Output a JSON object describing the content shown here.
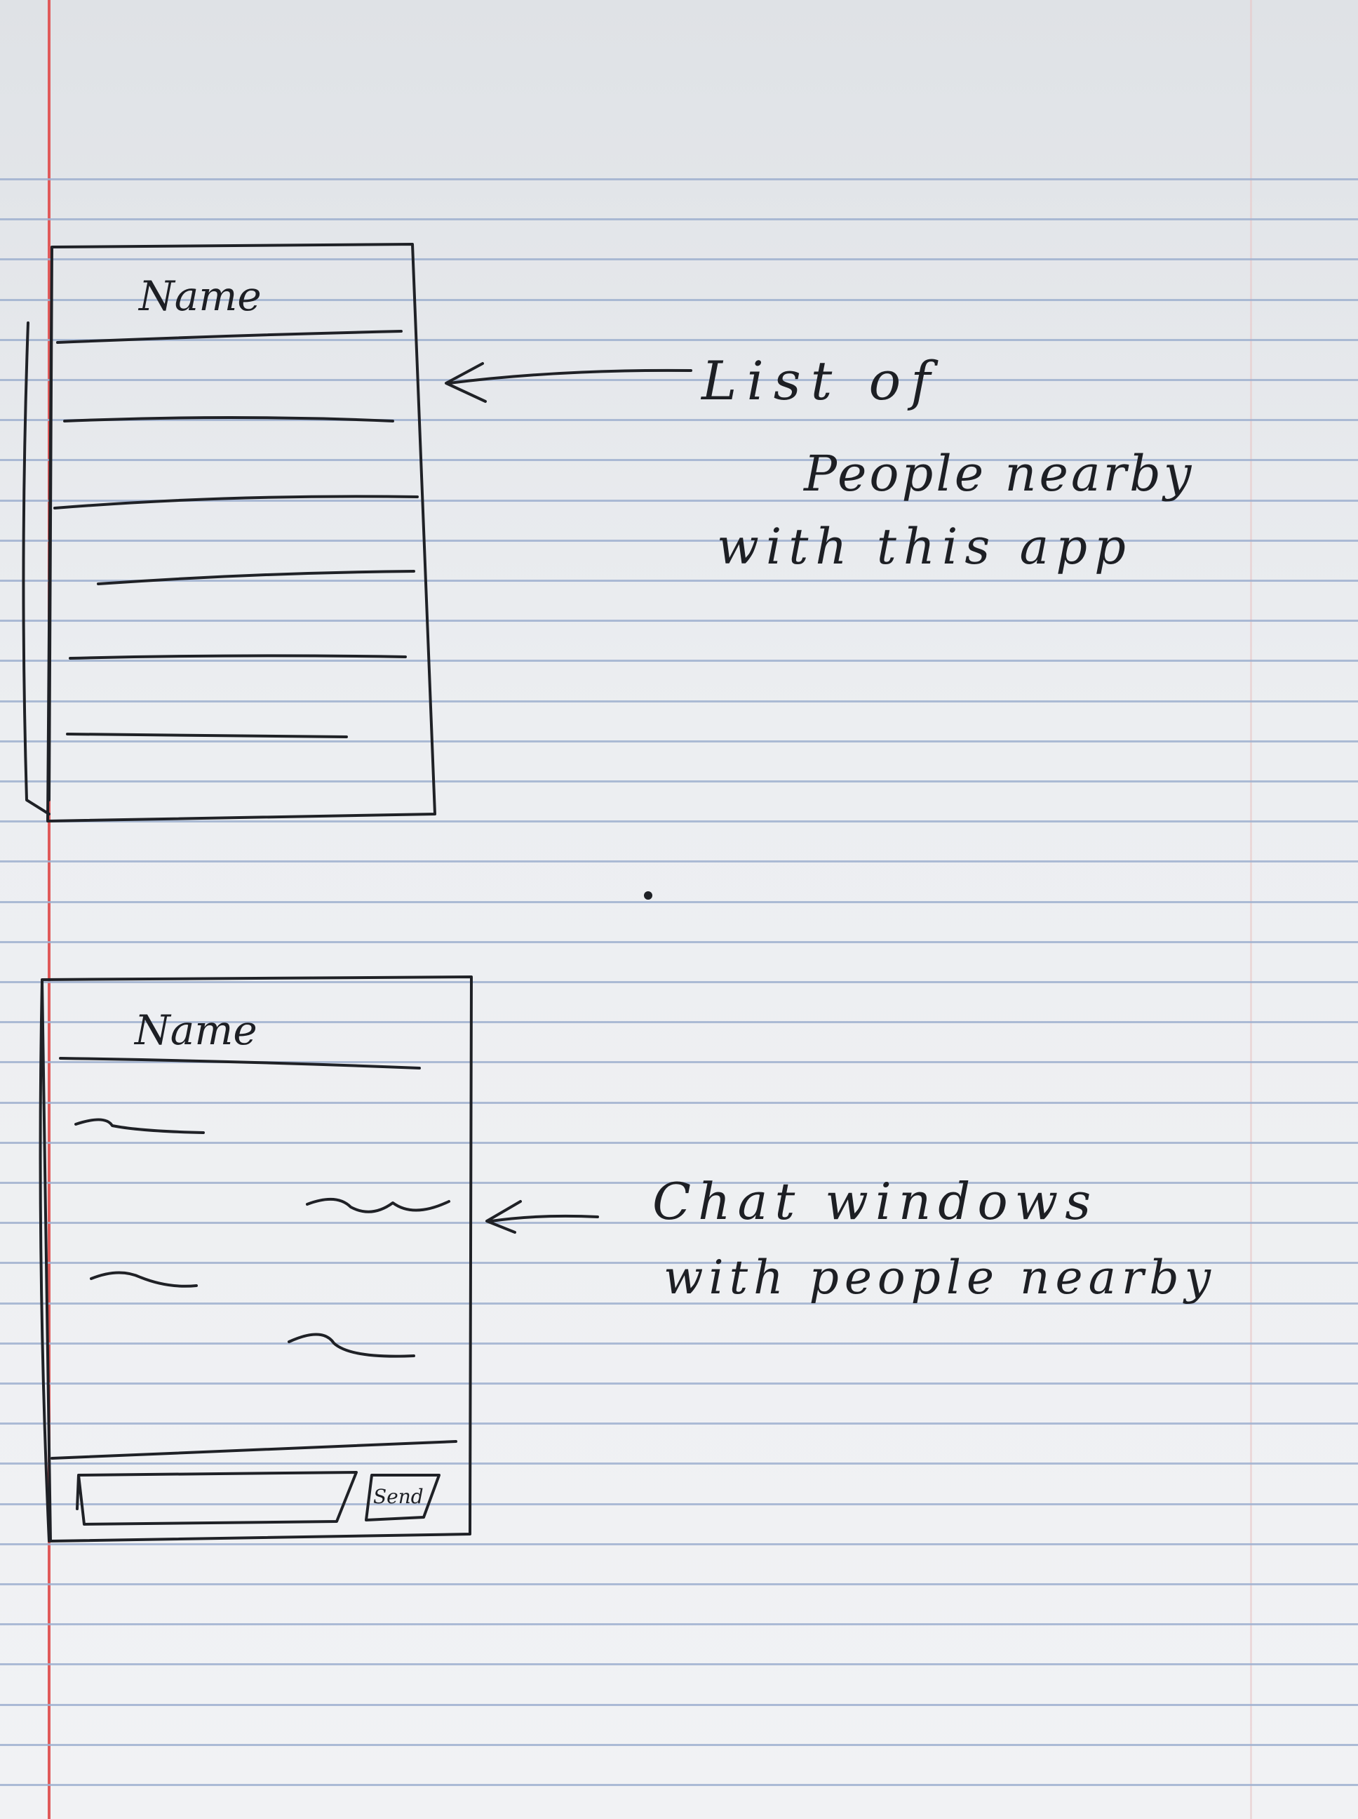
{
  "sketch_list": {
    "header_name": "Name",
    "annotation_lines": [
      "List of",
      "People nearby",
      "with this app"
    ]
  },
  "sketch_chat": {
    "header_name": "Name",
    "send_button_label": "Send",
    "annotation_lines": [
      "Chat windows",
      "with people nearby"
    ]
  }
}
